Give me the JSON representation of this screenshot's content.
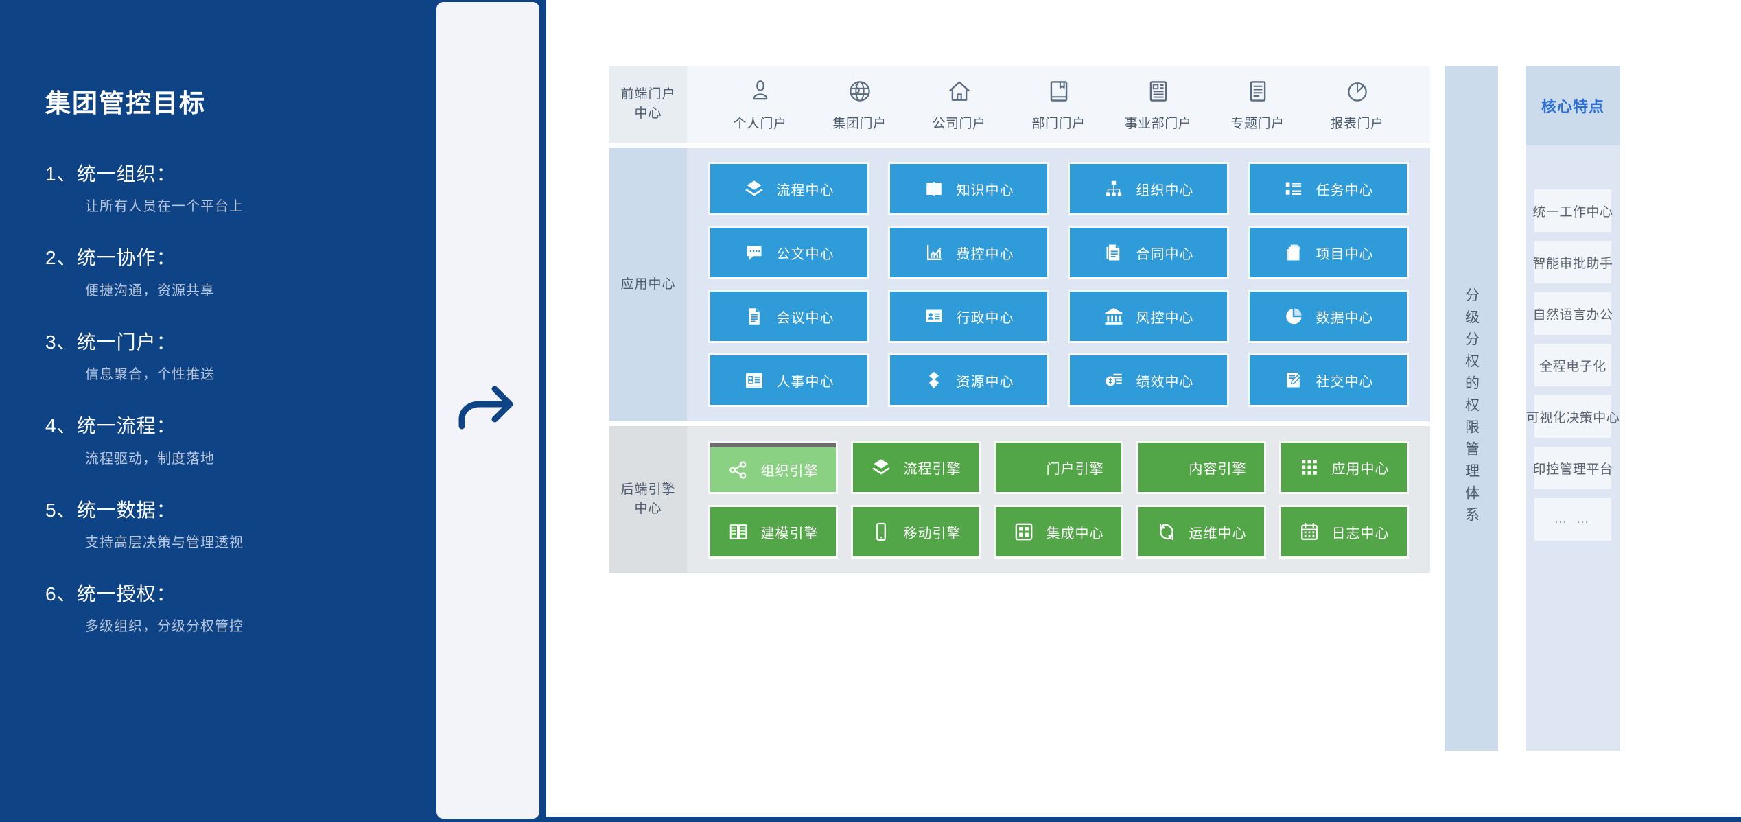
{
  "left_panel": {
    "title": "集团管控目标",
    "goals": [
      {
        "head": "1、统一组织：",
        "sub": "让所有人员在一个平台上"
      },
      {
        "head": "2、统一协作：",
        "sub": "便捷沟通，资源共享"
      },
      {
        "head": "3、统一门户：",
        "sub": "信息聚合，个性推送"
      },
      {
        "head": "4、统一流程：",
        "sub": "流程驱动，制度落地"
      },
      {
        "head": "5、统一数据：",
        "sub": "支持高层决策与管理透视"
      },
      {
        "head": "6、统一授权：",
        "sub": "多级组织，分级分权管控"
      }
    ]
  },
  "arrow": {
    "icon": "curved-forward-arrow-icon",
    "color": "#0e4386"
  },
  "diagram": {
    "portal_band": {
      "label": "前端门户\n中心",
      "label_line1": "前端门户",
      "label_line2": "中心",
      "items": [
        {
          "label": "个人门户",
          "icon": "person-icon"
        },
        {
          "label": "集团门户",
          "icon": "globe-icon"
        },
        {
          "label": "公司门户",
          "icon": "home-icon"
        },
        {
          "label": "部门门户",
          "icon": "book-bookmark-icon"
        },
        {
          "label": "事业部门户",
          "icon": "article-layout-icon"
        },
        {
          "label": "专题门户",
          "icon": "document-lines-icon"
        },
        {
          "label": "报表门户",
          "icon": "pie-chart-icon"
        }
      ]
    },
    "app_band": {
      "label": "应用中心",
      "tile_color": "#2f9bd8",
      "tiles": [
        {
          "label": "流程中心",
          "icon": "layers-icon"
        },
        {
          "label": "知识中心",
          "icon": "open-book-icon"
        },
        {
          "label": "组织中心",
          "icon": "org-tree-icon"
        },
        {
          "label": "任务中心",
          "icon": "task-list-icon"
        },
        {
          "label": "公文中心",
          "icon": "speech-bubble-icon"
        },
        {
          "label": "费控中心",
          "icon": "trending-chart-icon"
        },
        {
          "label": "合同中心",
          "icon": "contract-doc-icon"
        },
        {
          "label": "项目中心",
          "icon": "stacked-pages-icon"
        },
        {
          "label": "会议中心",
          "icon": "text-document-icon"
        },
        {
          "label": "行政中心",
          "icon": "id-card-icon"
        },
        {
          "label": "风控中心",
          "icon": "bank-pillars-icon"
        },
        {
          "label": "数据中心",
          "icon": "pie-slice-icon"
        },
        {
          "label": "人事中心",
          "icon": "employee-card-icon"
        },
        {
          "label": "资源中心",
          "icon": "diamond-layers-icon"
        },
        {
          "label": "绩效中心",
          "icon": "money-coin-icon"
        },
        {
          "label": "社交中心",
          "icon": "pencil-note-icon"
        }
      ]
    },
    "engine_band": {
      "label_line1": "后端引擎",
      "label_line2": "中心",
      "tile_color": "#52a648",
      "highlight_color": "#8ad183",
      "tiles": [
        {
          "label": "组织引擎",
          "icon": "share-nodes-icon",
          "highlighted": true
        },
        {
          "label": "流程引擎",
          "icon": "layers-icon",
          "highlighted": false
        },
        {
          "label": "门户引擎",
          "icon": "home-icon",
          "highlighted": false
        },
        {
          "label": "内容引擎",
          "icon": "article-layout-icon",
          "highlighted": false
        },
        {
          "label": "应用中心",
          "icon": "grid-dots-icon",
          "highlighted": false
        },
        {
          "label": "建模引擎",
          "icon": "model-book-icon",
          "highlighted": false
        },
        {
          "label": "移动引擎",
          "icon": "mobile-phone-icon",
          "highlighted": false
        },
        {
          "label": "集成中心",
          "icon": "grid-squares-icon",
          "highlighted": false
        },
        {
          "label": "运维中心",
          "icon": "refresh-cycle-icon",
          "highlighted": false
        },
        {
          "label": "日志中心",
          "icon": "calendar-icon",
          "highlighted": false
        }
      ]
    },
    "permission_column": {
      "text": "分级分权的权限管理体系"
    },
    "feature_column": {
      "title": "核心特点",
      "title_color": "#2d6fd6",
      "items": [
        "统一工作中心",
        "智能审批助手",
        "自然语言办公",
        "全程电子化",
        "可视化决策中心",
        "印控管理平台",
        "… …"
      ]
    }
  }
}
